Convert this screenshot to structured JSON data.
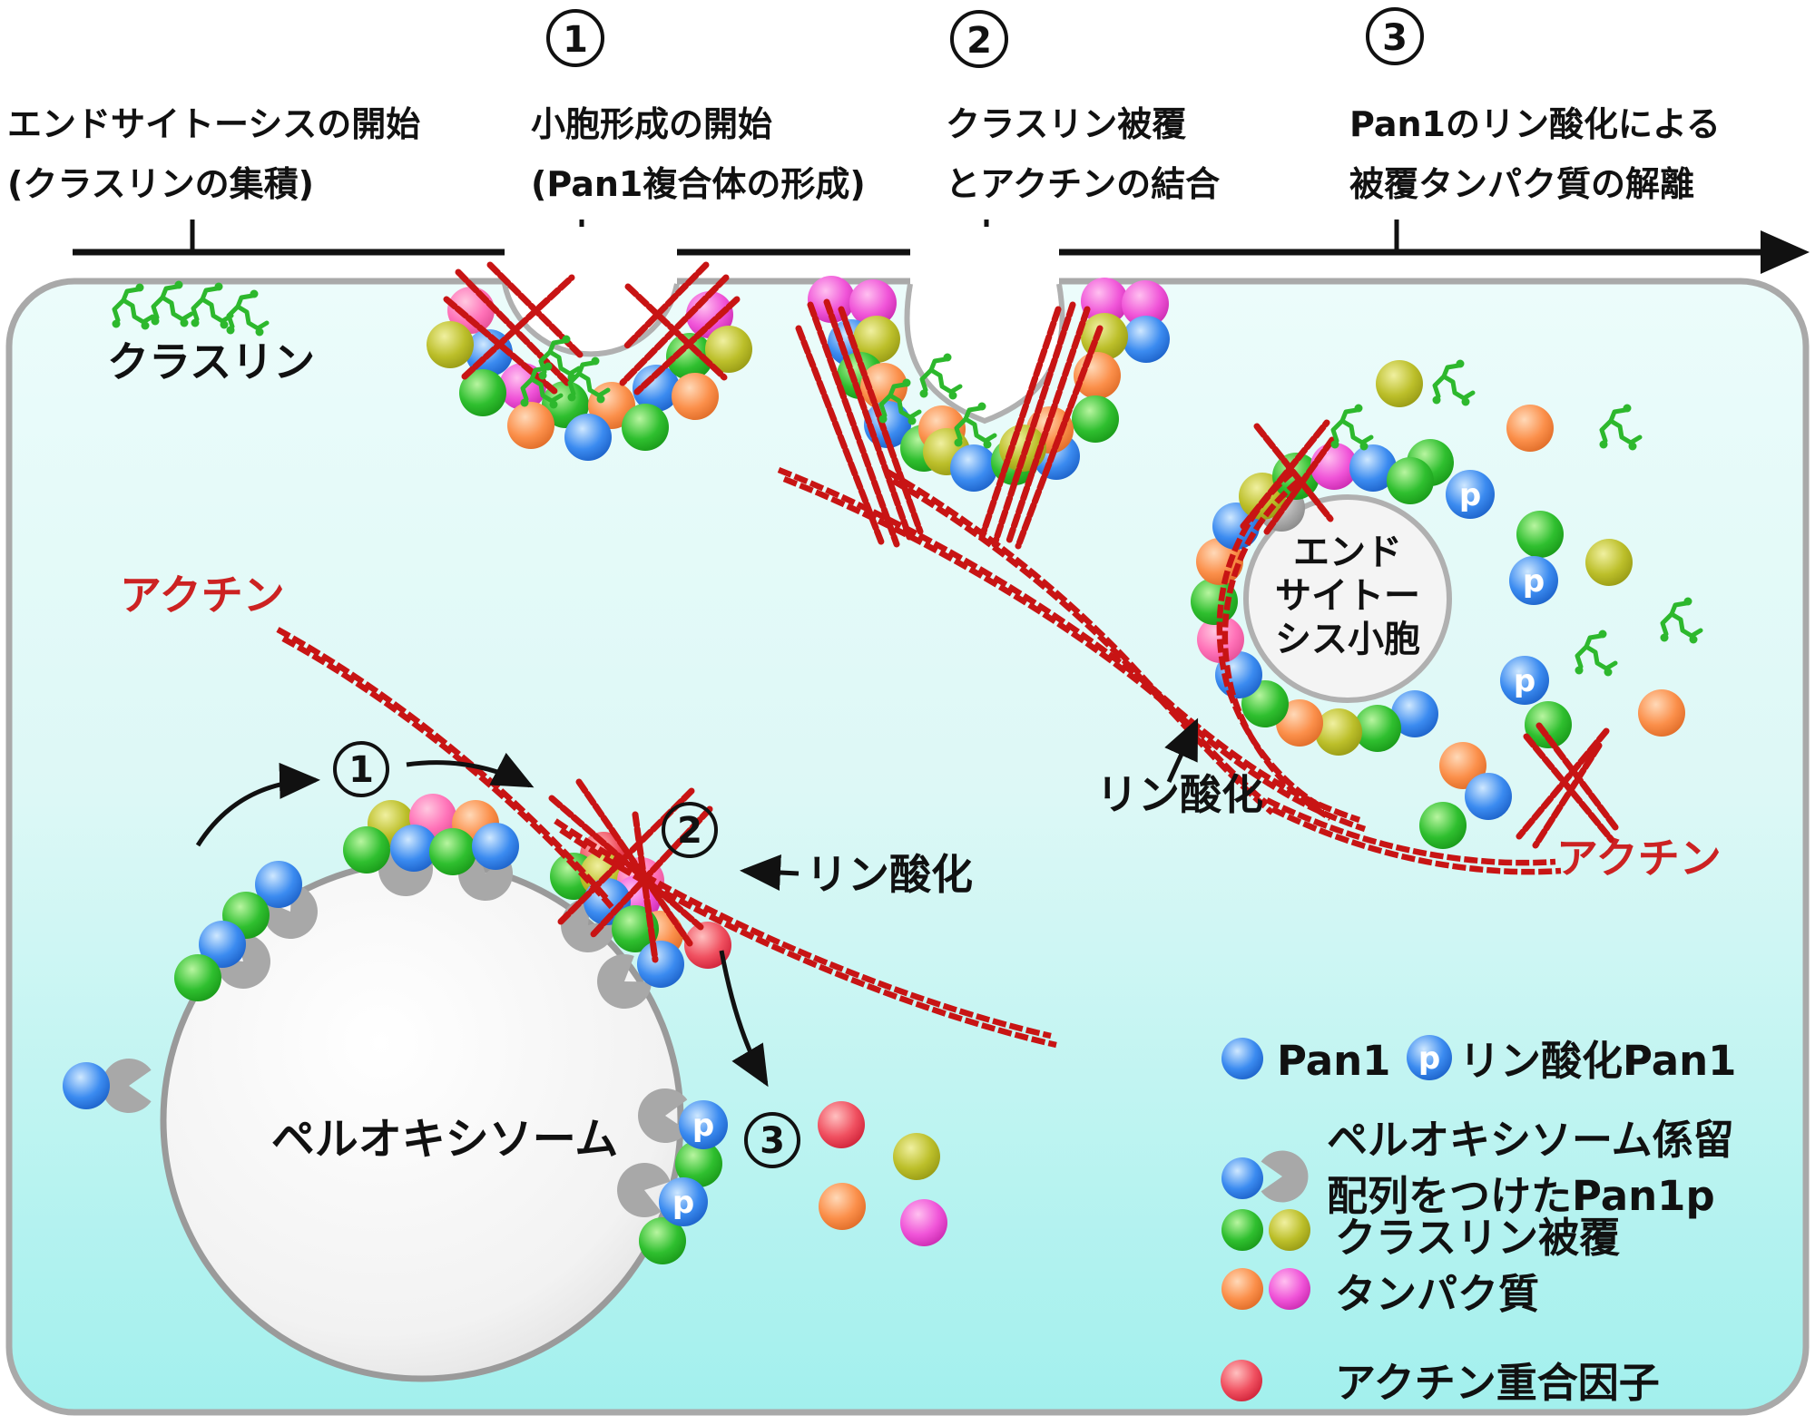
{
  "header": {
    "steps": [
      {
        "circle": "",
        "line1": "エンドサイトーシスの開始",
        "line2": "(クラスリンの集積)"
      },
      {
        "circle": "1",
        "line1": "小胞形成の開始",
        "line2": "(Pan1複合体の形成)"
      },
      {
        "circle": "2",
        "line1": "クラスリン被覆",
        "line2": "とアクチンの結合"
      },
      {
        "circle": "3",
        "line1": "Pan1のリン酸化による",
        "line2": "被覆タンパク質の解離"
      }
    ]
  },
  "cell": {
    "clathrin_label": "クラスリン",
    "actin_label_left": "アクチン",
    "actin_label_right": "アクチン",
    "phospho_label_mid": "リン酸化",
    "phospho_label_right": "リン酸化",
    "peroxisome_label": "ペルオキシソーム",
    "vesicle_label_line1": "エンド",
    "vesicle_label_line2": "サイトー",
    "vesicle_label_line3": "シス小胞",
    "step1_num": "1",
    "step2_num": "2",
    "step3_num": "3",
    "p_glyph": "p"
  },
  "legend": {
    "pan1": "Pan1",
    "phospho_pan1": "リン酸化Pan1",
    "tether_line1": "ペルオキシソーム係留",
    "tether_line2": "配列をつけたPan1p",
    "coat_line1": "クラスリン被覆",
    "coat_line2": "タンパク質",
    "actin_factor": "アクチン重合因子"
  },
  "palette": {
    "actin": "#c81414",
    "clathrin_green": "#2db82d",
    "membrane_gray": "#b0b0b0",
    "pacman_gray": "#a8a8a8",
    "cell_top": "#eafbfa",
    "cell_bottom": "#a2f0ed",
    "text_black": "#111111",
    "actin_label_red": "#cc2222",
    "ball_blue": "#3b8bf0",
    "ball_green": "#2fbf2f",
    "ball_olive": "#bcbf2a",
    "ball_orange": "#fb8f4a",
    "ball_magenta": "#f054d8",
    "ball_pink": "#ff72b8",
    "ball_red": "#f05060",
    "ball_gray": "#b0b0b0"
  }
}
